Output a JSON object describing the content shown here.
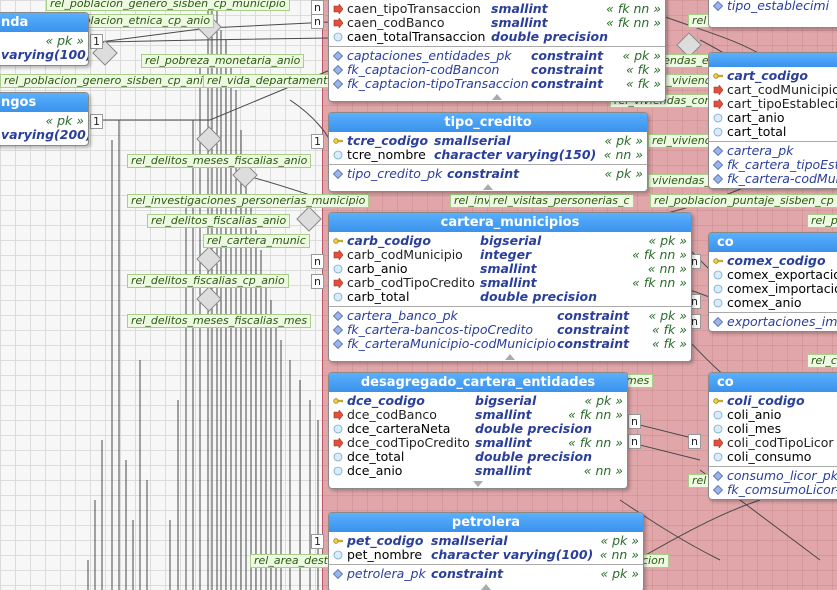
{
  "relationships": [
    "rel_poblacion_genero_sisben_cp_municipio",
    "rel_poblacion_etnica_cp_anio",
    "rel_pobreza_monetaria_anio",
    "rel_poblacion_genero_sisben_cp_anio",
    "rel_vida_departamento",
    "rel_delitos_meses_fiscalias_anio",
    "rel_investigaciones_personerias_municipio",
    "rel_delitos_fiscalias_anio",
    "rel_cartera_munic",
    "rel_delitos_fiscalias_cp_anio",
    "rel_delitos_meses_fiscalias_mes",
    "rel_area_desti",
    "rel_inv",
    "rel_visitas_personerias_c",
    "rel_poblacion_puntaje_sisben_cp",
    "rel_viviendas",
    "rel_viviend",
    "rel_viviendas_con",
    "viviendas_con",
    "viviendas_entid",
    "rel_p",
    "rel_ca",
    "mes",
    "cion",
    "rel",
    "rel"
  ],
  "cardinality": {
    "one": "1",
    "many": "n"
  },
  "tables": {
    "left_top": {
      "title": "nda",
      "columns": [
        {
          "mod": "« pk »",
          "type": "varying(100)"
        }
      ]
    },
    "left_mid": {
      "title": "ngos",
      "columns": [
        {
          "mod": "« pk »",
          "type": "varying(200)"
        }
      ]
    },
    "captaciones": {
      "columns": [
        {
          "name": "caen_tipoTransaccion",
          "type": "smallint",
          "mod": "« fk nn »",
          "kind": "fk"
        },
        {
          "name": "caen_codBanco",
          "type": "smallint",
          "mod": "« fk nn »",
          "kind": "fk"
        },
        {
          "name": "caen_totalTransaccion",
          "type": "double precision",
          "mod": "",
          "kind": "col"
        }
      ],
      "constraints": [
        {
          "name": "captaciones_entidades_pk",
          "type": "constraint",
          "mod": "« pk »"
        },
        {
          "name": "fk_captacion-codBancon",
          "type": "constraint",
          "mod": "« fk »"
        },
        {
          "name": "fk_captacion-tipoTransaccion",
          "type": "constraint",
          "mod": "« fk »"
        }
      ]
    },
    "tipo_credito": {
      "title": "tipo_credito",
      "columns": [
        {
          "name": "tcre_codigo",
          "type": "smallserial",
          "mod": "« pk »",
          "kind": "pk"
        },
        {
          "name": "tcre_nombre",
          "type": "character varying(150)",
          "mod": "« nn »",
          "kind": "col"
        }
      ],
      "constraints": [
        {
          "name": "tipo_credito_pk",
          "type": "constraint",
          "mod": "« pk »"
        }
      ]
    },
    "cartera_municipios": {
      "title": "cartera_municipios",
      "columns": [
        {
          "name": "carb_codigo",
          "type": "bigserial",
          "mod": "« pk »",
          "kind": "pk"
        },
        {
          "name": "carb_codMunicipio",
          "type": "integer",
          "mod": "« fk nn »",
          "kind": "fk"
        },
        {
          "name": "carb_anio",
          "type": "smallint",
          "mod": "« nn »",
          "kind": "col"
        },
        {
          "name": "carb_codTipoCredito",
          "type": "smallint",
          "mod": "« fk nn »",
          "kind": "fk"
        },
        {
          "name": "carb_total",
          "type": "double precision",
          "mod": "",
          "kind": "col"
        }
      ],
      "constraints": [
        {
          "name": "cartera_banco_pk",
          "type": "constraint",
          "mod": "« pk »"
        },
        {
          "name": "fk_cartera-bancos-tipoCredito",
          "type": "constraint",
          "mod": "« fk »"
        },
        {
          "name": "fk_carteraMunicipio-codMunicipio",
          "type": "constraint",
          "mod": "« fk »"
        }
      ]
    },
    "desagregado": {
      "title": "desagregado_cartera_entidades",
      "columns": [
        {
          "name": "dce_codigo",
          "type": "bigserial",
          "mod": "« pk »",
          "kind": "pk"
        },
        {
          "name": "dce_codBanco",
          "type": "smallint",
          "mod": "« fk nn »",
          "kind": "fk"
        },
        {
          "name": "dce_carteraNeta",
          "type": "double precision",
          "mod": "",
          "kind": "col"
        },
        {
          "name": "dce_codTipoCredito",
          "type": "smallint",
          "mod": "« fk nn »",
          "kind": "fk"
        },
        {
          "name": "dce_total",
          "type": "double precision",
          "mod": "",
          "kind": "col"
        },
        {
          "name": "dce_anio",
          "type": "smallint",
          "mod": "« nn »",
          "kind": "col"
        }
      ]
    },
    "petrolera": {
      "title": "petrolera",
      "columns": [
        {
          "name": "pet_codigo",
          "type": "smallserial",
          "mod": "« pk »",
          "kind": "pk"
        },
        {
          "name": "pet_nombre",
          "type": "character varying(100)",
          "mod": "« nn »",
          "kind": "col"
        }
      ],
      "constraints": [
        {
          "name": "petrolera_pk",
          "type": "constraint",
          "mod": "« pk »"
        }
      ]
    },
    "tipo_establecimiento_top": {
      "columns": [
        {
          "name": "tipo_establecimi",
          "kind": "con"
        }
      ]
    },
    "cartera_right": {
      "columns": [
        {
          "name": "cart_codigo",
          "kind": "pk"
        },
        {
          "name": "cart_codMunicipio",
          "kind": "fk"
        },
        {
          "name": "cart_tipoEstablecin",
          "kind": "fk"
        },
        {
          "name": "cart_anio",
          "kind": "col"
        },
        {
          "name": "cart_total",
          "kind": "col"
        }
      ],
      "constraints": [
        {
          "name": "cartera_pk"
        },
        {
          "name": "fk_cartera_tipoEsta"
        },
        {
          "name": "fk_cartera-codMun"
        }
      ]
    },
    "comex": {
      "title": "co",
      "columns": [
        {
          "name": "comex_codigo",
          "kind": "pk"
        },
        {
          "name": "comex_exportacion",
          "kind": "col"
        },
        {
          "name": "comex_importacio",
          "kind": "col"
        },
        {
          "name": "comex_anio",
          "kind": "col"
        }
      ],
      "constraints": [
        {
          "name": "exportaciones_imp"
        }
      ]
    },
    "consumo": {
      "title": "co",
      "columns": [
        {
          "name": "coli_codigo",
          "kind": "pk"
        },
        {
          "name": "coli_anio",
          "kind": "col"
        },
        {
          "name": "coli_mes",
          "kind": "col"
        },
        {
          "name": "coli_codTipoLicor",
          "kind": "fk"
        },
        {
          "name": "coli_consumo",
          "kind": "col"
        }
      ],
      "constraints": [
        {
          "name": "consumo_licor_pk"
        },
        {
          "name": "fk_comsumoLicor-"
        }
      ]
    }
  }
}
